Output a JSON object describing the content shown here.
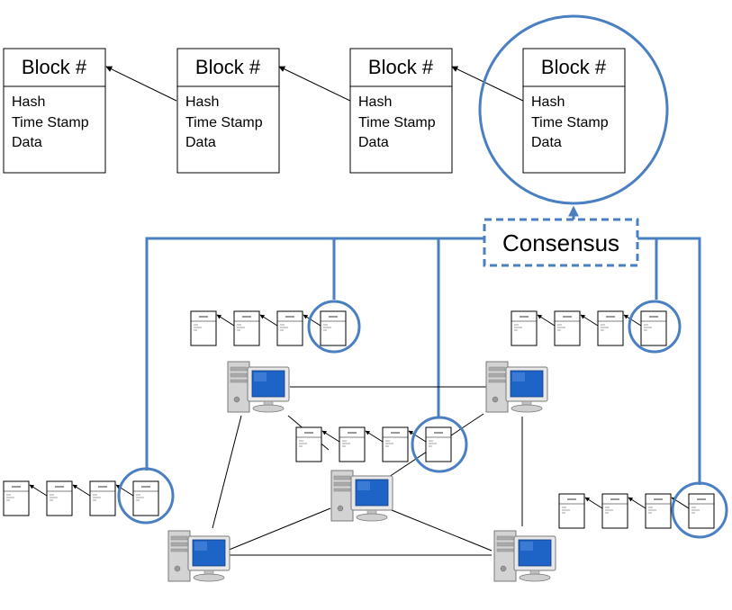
{
  "blocks": {
    "title": "Block #",
    "fields": [
      "Hash",
      "Time Stamp",
      "Data"
    ]
  },
  "consensus": {
    "label": "Consensus"
  },
  "colors": {
    "accent": "#4a7fc1",
    "ink": "#000000",
    "background": "#ffffff",
    "monitor_screen": "#1e63c6",
    "case_gray": "#c9c9c9"
  },
  "icons": {
    "computer": "desktop-computer-icon"
  }
}
